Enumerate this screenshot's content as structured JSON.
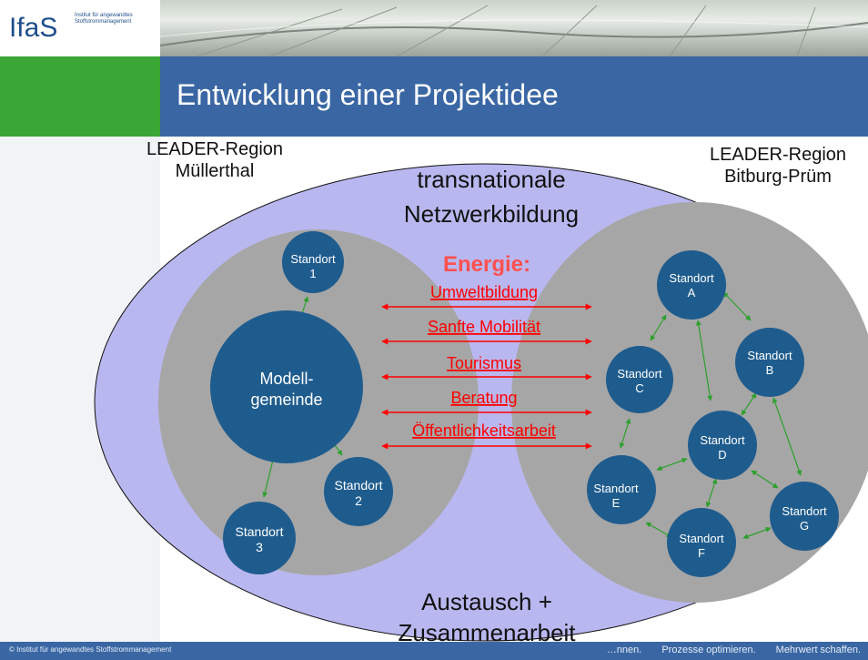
{
  "header": {
    "logo_text": "IfaS",
    "logo_subtext": "Institut für angewandtes Stoffstrommanagement",
    "title": "Entwicklung einer Projektidee"
  },
  "regions": {
    "left": [
      "LEADER-Region",
      "Müllerthal"
    ],
    "right": [
      "LEADER-Region",
      "Bitburg-Prüm"
    ]
  },
  "center": {
    "top": [
      "transnationale",
      "Netzwerkbildung"
    ],
    "bottom": [
      "Austausch +",
      "Zusammenarbeit"
    ],
    "energy": "Energie:",
    "topics": [
      "Umweltbildung",
      "Sanfte Mobilität",
      "Tourismus",
      "Beratung",
      "Öffentlichkeitsarbeit"
    ]
  },
  "left_nodes": [
    {
      "id": "s1",
      "lines": [
        "Standort",
        "1"
      ]
    },
    {
      "id": "mg",
      "lines": [
        "Modell-",
        "gemeinde"
      ]
    },
    {
      "id": "s2",
      "lines": [
        "Standort",
        "2"
      ]
    },
    {
      "id": "s3",
      "lines": [
        "Standort",
        "3"
      ]
    }
  ],
  "right_nodes": [
    {
      "id": "A",
      "lines": [
        "Standort",
        "A"
      ]
    },
    {
      "id": "B",
      "lines": [
        "Standort",
        "B"
      ]
    },
    {
      "id": "C",
      "lines": [
        "Standort",
        "C"
      ]
    },
    {
      "id": "D",
      "lines": [
        "Standort",
        "D"
      ]
    },
    {
      "id": "E",
      "lines": [
        "Standort",
        "E"
      ]
    },
    {
      "id": "F",
      "lines": [
        "Standort",
        "F"
      ]
    },
    {
      "id": "G",
      "lines": [
        "Standort",
        "G"
      ]
    }
  ],
  "footer": {
    "left": "© Institut für angewandtes Stoffstrommanagement",
    "slogan": [
      "…nnen.",
      "Prozesse optimieren.",
      "Mehrwert schaffen."
    ]
  },
  "colors": {
    "title_bar": "#3a67a4",
    "accent_green": "#3aa636",
    "ellipse_fill": "#b9b7ef",
    "circle_fill": "#a6a6a6",
    "node_fill": "#1f5c8e",
    "topic_red": "#ff0000",
    "energy_red": "#ff5050",
    "link_green": "#2ca02c"
  }
}
